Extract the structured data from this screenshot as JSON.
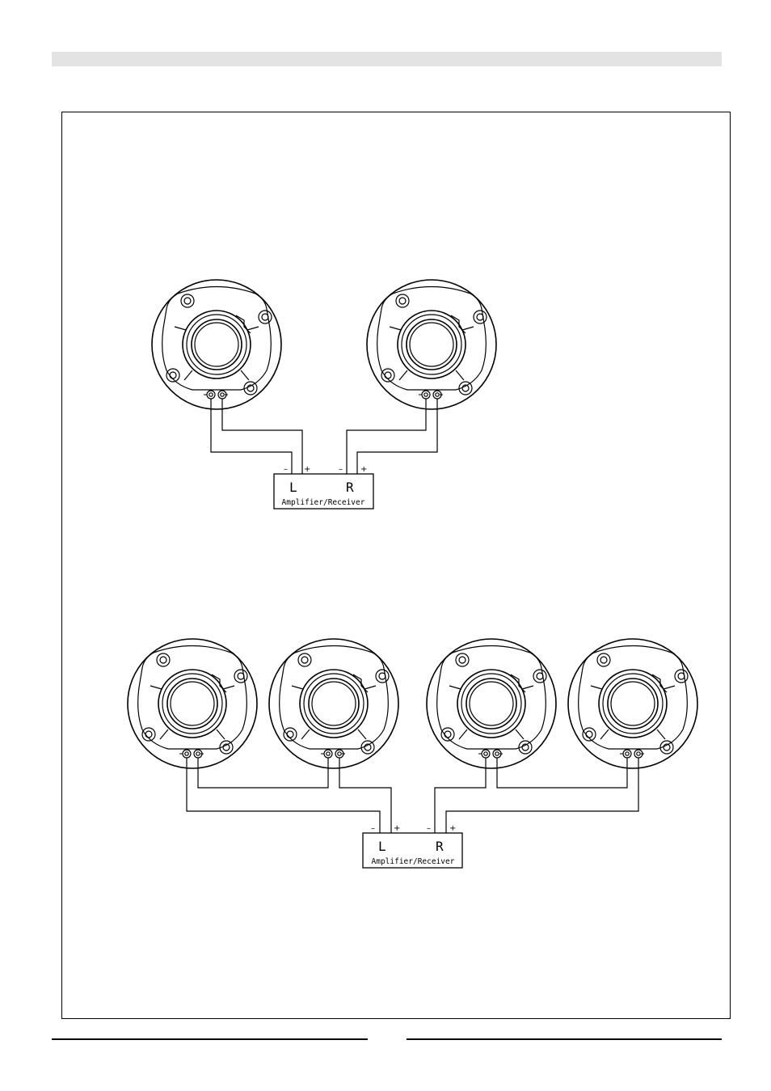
{
  "amplifier": {
    "left_channel": "L",
    "right_channel": "R",
    "label": "Amplifier/Receiver"
  },
  "polarity": {
    "negative": "–",
    "positive": "+"
  },
  "icons": {
    "speaker": "speaker-icon",
    "terminal": "terminal-icon"
  },
  "colors": {
    "line": "#000000",
    "header_bar": "#e3e3e3",
    "background": "#ffffff"
  }
}
